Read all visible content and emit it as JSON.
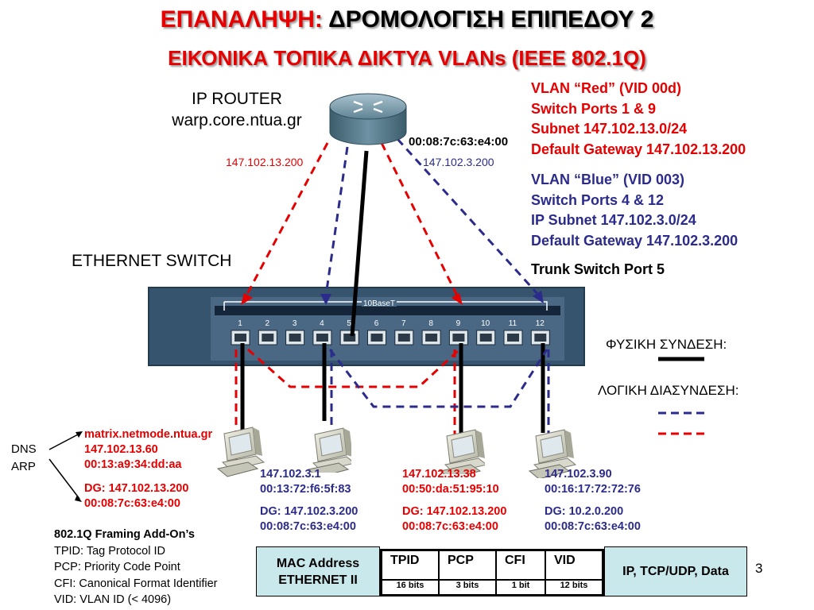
{
  "title": {
    "prefix": "ΕΠΑΝΑΛΗΨΗ:",
    "main": "ΔΡΟΜΟΛΟΓΙΣΗ ΕΠΙΠΕΔΟΥ 2",
    "subtitle": "ΕΙΚΟΝΙΚΑ ΤΟΠΙΚΑ ΔΙΚΤΥΑ VLANs (IEEE 802.1Q)"
  },
  "router": {
    "label_1": "IP ROUTER",
    "label_2": "warp.core.ntua.gr",
    "mac": "00:08:7c:63:e4:00",
    "ip_red": "147.102.13.200",
    "ip_blue": "147.102.3.200"
  },
  "switch": {
    "label": "ETHERNET SWITCH",
    "bar_label": "10BaseT",
    "ports": [
      "1",
      "2",
      "3",
      "4",
      "5",
      "6",
      "7",
      "8",
      "9",
      "10",
      "11",
      "12"
    ]
  },
  "vlan_red": {
    "line1": "VLAN “Red” (VID 00d)",
    "line2": "Switch Ports 1 & 9",
    "line3": "Subnet 147.102.13.0/24",
    "line4": "Default Gateway 147.102.13.200"
  },
  "vlan_blue": {
    "line1": "VLAN “Blue” (VID 003)",
    "line2": "Switch Ports 4 & 12",
    "line3": "IP Subnet 147.102.3.0/24",
    "line4": "Default Gateway 147.102.3.200"
  },
  "trunk": "Trunk Switch Port 5",
  "legend": {
    "physical": "ΦΥΣΙΚΗ ΣΥΝΔΕΣΗ:",
    "logical": "ΛΟΓΙΚΗ ΔΙΑΣΥΝΔΕΣΗ:"
  },
  "services": {
    "dns": "DNS",
    "arp": "ARP"
  },
  "host1": {
    "name": "matrix.netmode.ntua.gr",
    "ip": "147.102.13.60",
    "mac": "00:13:a9:34:dd:aa",
    "dg": "DG: 147.102.13.200",
    "dg_mac": "00:08:7c:63:e4:00"
  },
  "host2": {
    "ip": "147.102.3.1",
    "mac": "00:13:72:f6:5f:83",
    "dg": "DG: 147.102.3.200",
    "dg_mac": "00:08:7c:63:e4:00"
  },
  "host3": {
    "ip": "147.102.13.38",
    "mac": "00:50:da:51:95:10",
    "dg": "DG: 147.102.13.200",
    "dg_mac": "00:08:7c:63:e4:00"
  },
  "host4": {
    "ip": "147.102.3.90",
    "mac": "00:16:17:72:72:76",
    "dg": "DG: 10.2.0.200",
    "dg_mac": "00:08:7c:63:e4:00"
  },
  "framing": {
    "title": "802.1Q Framing Add-On’s",
    "tpid": "TPID: Tag Protocol ID",
    "pcp": "PCP: Priority Code Point",
    "cfi": "CFI: Canonical Format Identifier",
    "vid": "VID: VLAN ID (< 4096)"
  },
  "frame": {
    "mac_line1": "MAC Address",
    "mac_line2": "ETHERNET II",
    "fields": [
      {
        "name": "TPID",
        "size": "16 bits"
      },
      {
        "name": "PCP",
        "size": "3 bits"
      },
      {
        "name": "CFI",
        "size": "1 bit"
      },
      {
        "name": "VID",
        "size": "12 bits"
      }
    ],
    "payload": "IP, TCP/UDP, Data"
  },
  "page_number": "3",
  "colors": {
    "red": "#e60000",
    "blue": "#2b2b8c",
    "switch_body": "#37546e",
    "frame_bg": "#c9e8ec"
  }
}
